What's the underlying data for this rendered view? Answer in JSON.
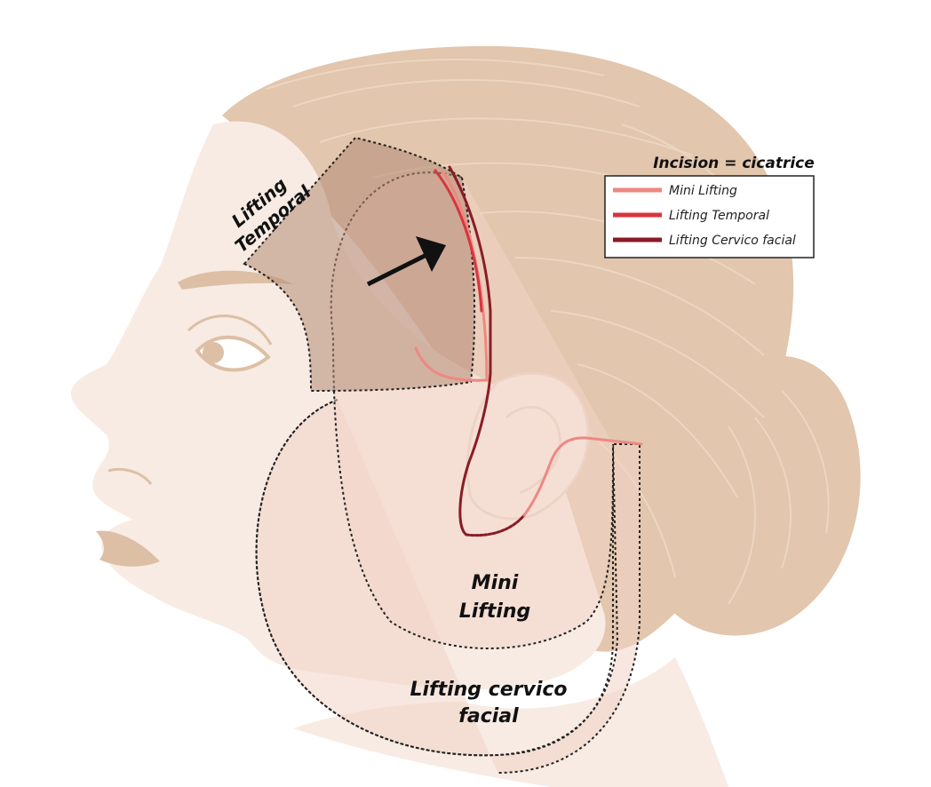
{
  "legend": {
    "title": "Incision = cicatrice",
    "items": [
      {
        "label": "Mini Lifting",
        "color": "#ee8883"
      },
      {
        "label": "Lifting Temporal",
        "color": "#d8353f"
      },
      {
        "label": "Lifting Cervico facial",
        "color": "#8a1c26"
      }
    ]
  },
  "zones": {
    "temporal": {
      "line1": "Lifting",
      "line2": "Temporal"
    },
    "mini": {
      "line1": "Mini",
      "line2": "Lifting"
    },
    "cervico": {
      "line1": "Lifting cervico",
      "line2": "facial"
    }
  },
  "colors": {
    "skin": "#f8ebe3",
    "skin_face": "#f5e2d8",
    "hair": "#e2c6ad",
    "hair_line": "#ecd6c2",
    "features": "#dcbfa5",
    "temporal_zone": "#b38a74",
    "facial_zone": "#f1d3c7",
    "dotted": "#222222"
  }
}
